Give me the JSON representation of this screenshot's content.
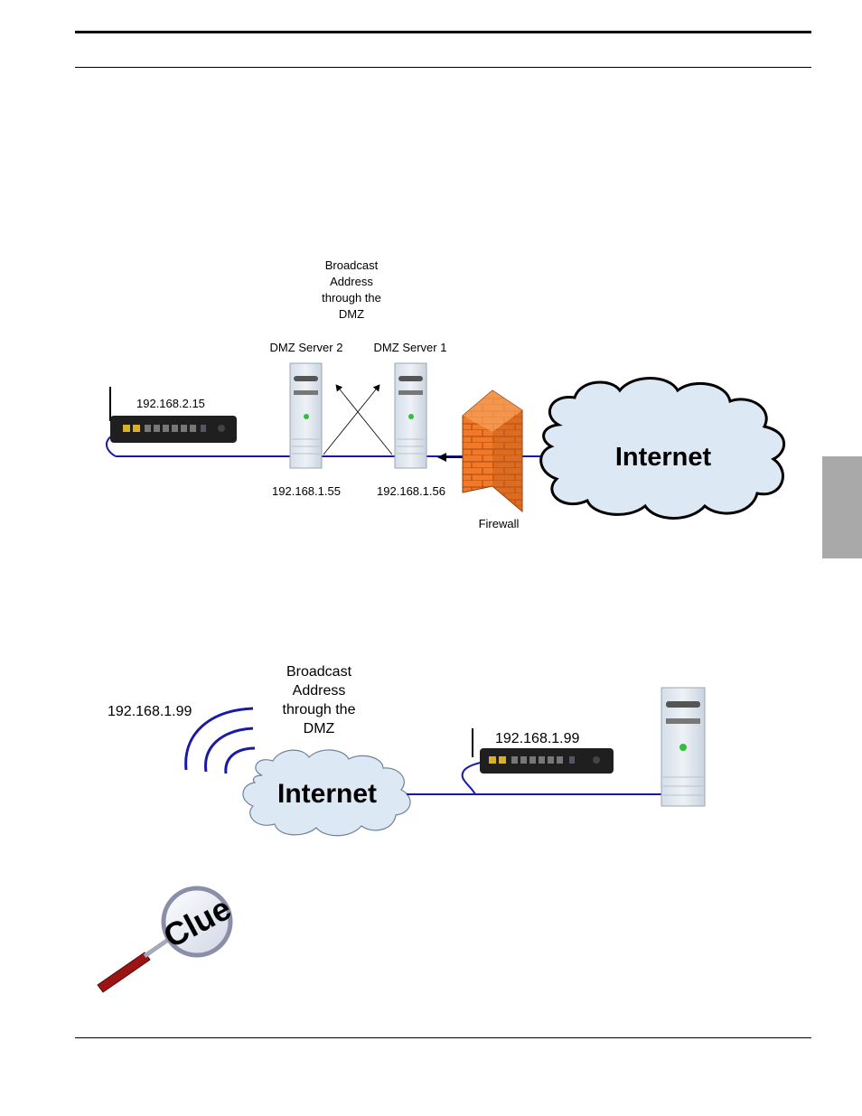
{
  "diagram1": {
    "broadcast_label": [
      "Broadcast",
      "Address",
      "through the",
      "DMZ"
    ],
    "dmz_server_2": "DMZ Server 2",
    "dmz_server_1": "DMZ Server 1",
    "router_ip": "192.168.2.15",
    "server2_ip": "192.168.1.55",
    "server1_ip": "192.168.1.56",
    "firewall_label": "Firewall",
    "cloud_label": "Internet"
  },
  "diagram2": {
    "broadcast_label": [
      "Broadcast",
      "Address",
      "through the",
      "DMZ"
    ],
    "wireless_ip": "192.168.1.99",
    "router_ip": "192.168.1.99",
    "cloud_label": "Internet"
  },
  "clue": {
    "lens_text": "Clue"
  },
  "colors": {
    "link_line": "#1a1aa8",
    "firewall": "#f07a2a",
    "cloud_fill": "#dde8f5",
    "server_body": "#e3eaf3",
    "tab": "#a9a9a9"
  }
}
